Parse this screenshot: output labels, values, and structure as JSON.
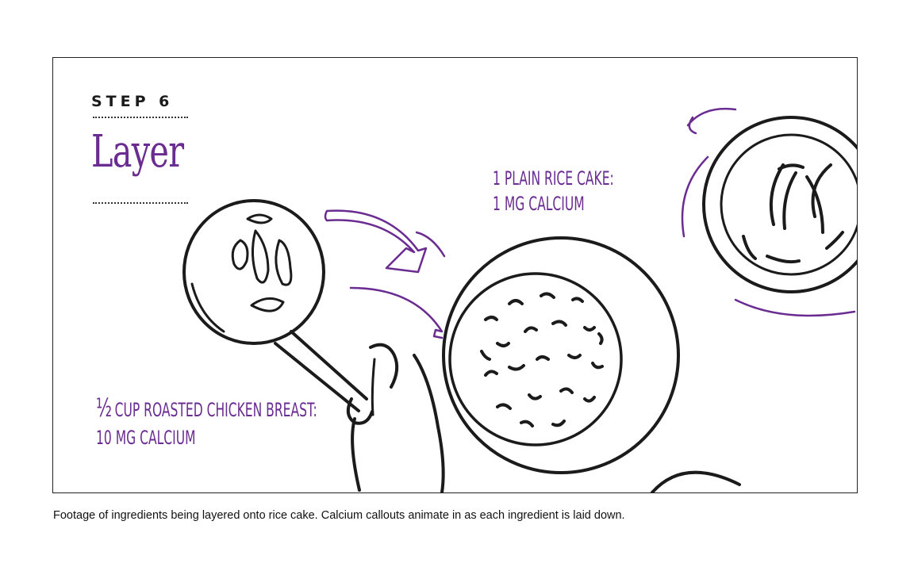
{
  "step": {
    "label": "STEP 6",
    "title": "Layer"
  },
  "callouts": {
    "rice_cake_line1": "1 PLAIN RICE CAKE:",
    "rice_cake_line2": "1 MG CALCIUM",
    "chicken_fraction": "½",
    "chicken_line1": "CUP ROASTED CHICKEN BREAST:",
    "chicken_line2": "10 MG CALCIUM"
  },
  "caption": "Footage of ingredients being layered onto rice cake. Calcium callouts animate in as each ingredient is laid down.",
  "colors": {
    "accent_purple": "#6a2c91",
    "ink": "#1b1b1b",
    "frame_border": "#222222"
  }
}
